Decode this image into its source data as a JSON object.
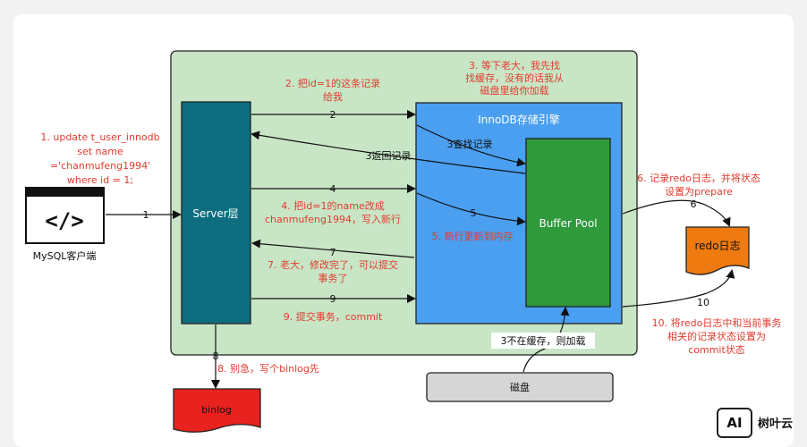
{
  "client": {
    "label": "MySQL客户端"
  },
  "server": {
    "label": "Server层"
  },
  "innodb": {
    "label": "InnoDB存储引擎"
  },
  "buffer_pool": {
    "label": "Buffer Pool"
  },
  "redo_log": {
    "label": "redo日志"
  },
  "binlog": {
    "label": "binlog"
  },
  "disk": {
    "label": "磁盘"
  },
  "steps": {
    "s1": [
      "1. update t_user_innodb",
      "set name",
      "='chanmufeng1994'",
      "where id = 1;"
    ],
    "s2": [
      "2. 把id=1的这条记录",
      "给我"
    ],
    "s3": [
      "3. 等下老大，我先找",
      "找缓存，没有的话我从",
      "磁盘里给你加载"
    ],
    "s4": [
      "4. 把id=1的name改成",
      "chanmufeng1994，写入新行"
    ],
    "s5": "5. 新行更新到内存",
    "s6": [
      "6. 记录redo日志，并将状态",
      "设置为prepare"
    ],
    "s7": [
      "7. 老大，修改完了，可以提交",
      "事务了"
    ],
    "s8": "8. 别急，写个binlog先",
    "s9": "9. 提交事务，commit",
    "s10": [
      "10. 将redo日志中和当前事务",
      "相关的记录状态设置为",
      "commit状态"
    ]
  },
  "arrow_labels": {
    "a1": "1",
    "a2": "2",
    "a3_return": "3返回记录",
    "a3_find": "3查找记录",
    "a4": "4",
    "a5": "5",
    "a6": "6",
    "a7": "7",
    "a8": "8",
    "a9": "9",
    "a10": "10",
    "a3_load": "3不在缓存，则加载"
  },
  "watermark": {
    "badge": "AI",
    "text": "树叶云"
  },
  "colors": {
    "server_fill": "#0e6e80",
    "innodb_fill": "#4a9ff0",
    "buffer_fill": "#2e9a3c",
    "green_panel": "#c8e6c6",
    "redo_fill": "#ef7a10",
    "binlog_fill": "#e8231f",
    "disk_fill": "#d6d6d6",
    "annotation": "#e23b2e"
  }
}
